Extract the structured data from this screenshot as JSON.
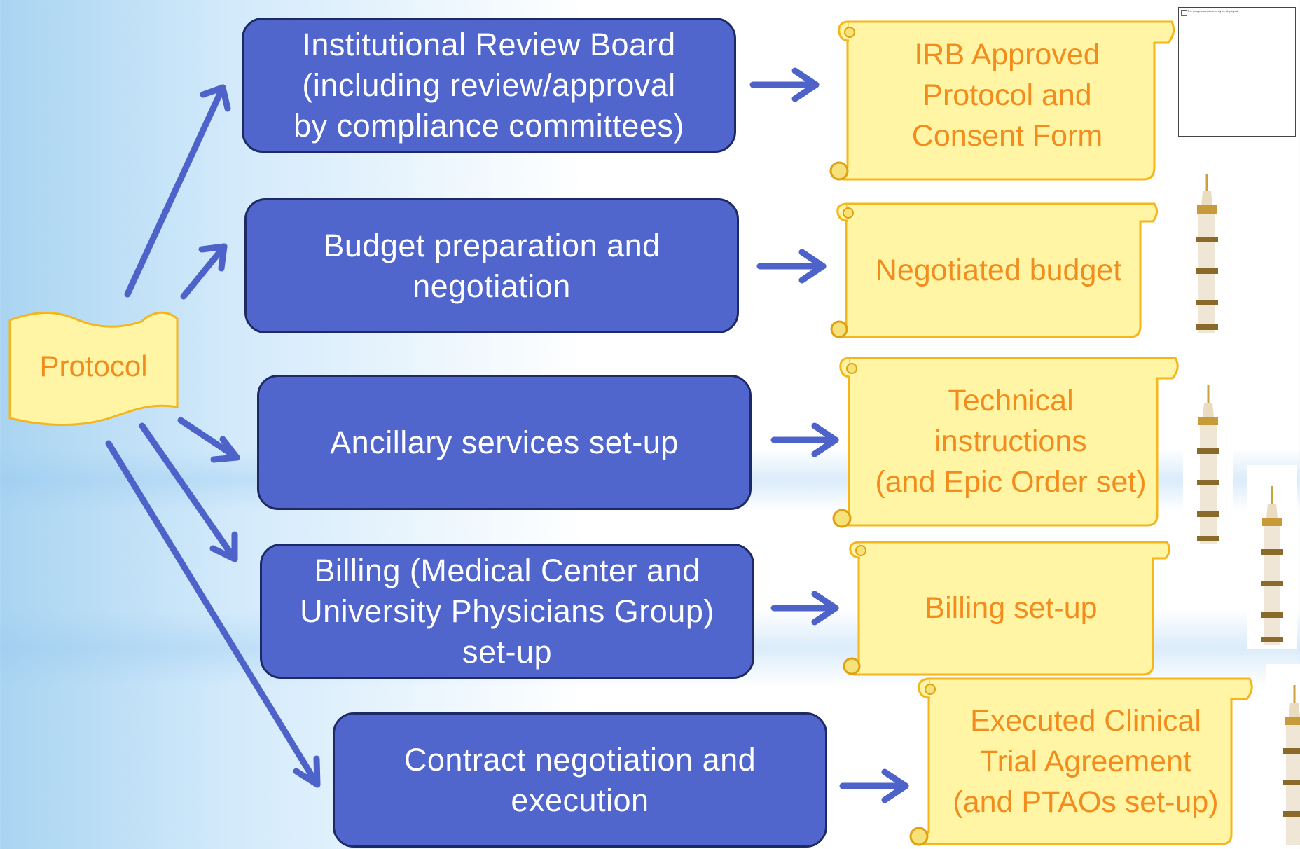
{
  "source": "Protocol",
  "steps": [
    {
      "label": "Institutional Review Board\n(including review/approval\nby compliance committees)",
      "output": "IRB Approved\nProtocol and\nConsent Form"
    },
    {
      "label": "Budget preparation and\nnegotiation",
      "output": "Negotiated budget"
    },
    {
      "label": "Ancillary services set-up",
      "output": "Technical\ninstructions\n(and Epic Order set)"
    },
    {
      "label": "Billing (Medical Center and\nUniversity Physicians Group)\nset-up",
      "output": "Billing set-up"
    },
    {
      "label": "Contract negotiation and\nexecution",
      "output": "Executed Clinical\nTrial Agreement\n(and PTAOs set-up)"
    }
  ],
  "placeholder_text": "The image cannot currently be displayed.",
  "colors": {
    "process_fill": "#5166cc",
    "process_border": "#1e2a66",
    "scroll_fill": "#fff5a5",
    "scroll_border": "#f5b61b",
    "text_orange": "#f28c1d",
    "arrow": "#4d63c9"
  },
  "icons": {
    "arrow": "right-arrow-icon",
    "tower": "minaret-tower-icon"
  }
}
